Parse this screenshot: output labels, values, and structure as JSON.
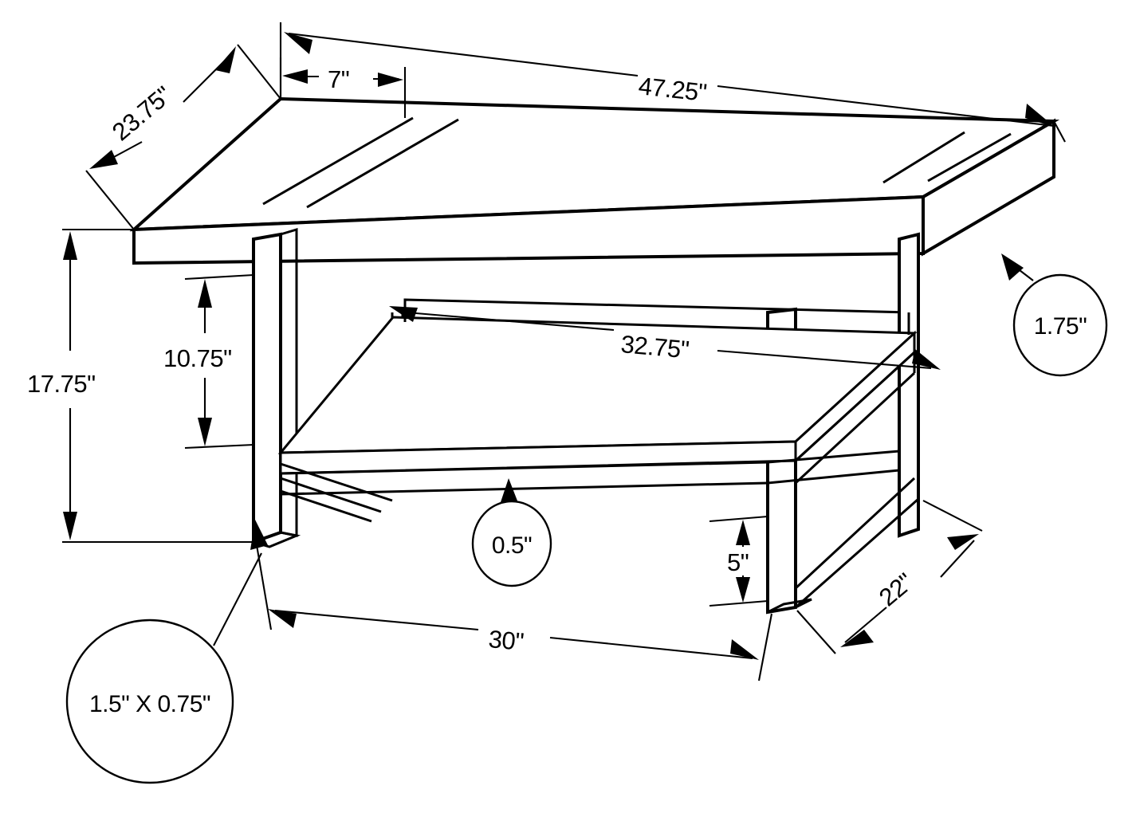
{
  "drawing": {
    "title": "Coffee Table Dimensioned Isometric Drawing",
    "subject": "coffee-table",
    "units": "inches",
    "line_color": "#000000",
    "background_color": "#ffffff",
    "view": "isometric"
  },
  "dimensions": {
    "overall_length": "47.25\"",
    "overall_depth": "23.75\"",
    "overall_height": "17.75\"",
    "top_overhang": "7\"",
    "clearance_under_top": "10.75\"",
    "shelf_length": "32.75\"",
    "base_footprint_length": "30\"",
    "base_footprint_depth": "22\"",
    "shelf_height_from_floor": "5\"",
    "top_thickness": "1.75\"",
    "shelf_thickness": "0.5\"",
    "leg_profile": "1.5\" X 0.75\""
  },
  "callouts": [
    {
      "id": "top-thickness",
      "label": "1.75\""
    },
    {
      "id": "shelf-thickness",
      "label": "0.5\""
    },
    {
      "id": "leg-profile",
      "label": "1.5\" X 0.75\""
    }
  ],
  "linear_dimensions": [
    {
      "id": "depth",
      "label": "23.75\""
    },
    {
      "id": "overhang",
      "label": "7\""
    },
    {
      "id": "length",
      "label": "47.25\""
    },
    {
      "id": "height",
      "label": "17.75\""
    },
    {
      "id": "under-top-clearance",
      "label": "10.75\""
    },
    {
      "id": "shelf-length",
      "label": "32.75\""
    },
    {
      "id": "base-length",
      "label": "30\""
    },
    {
      "id": "shelf-floor-height",
      "label": "5\""
    },
    {
      "id": "base-depth",
      "label": "22\""
    }
  ]
}
